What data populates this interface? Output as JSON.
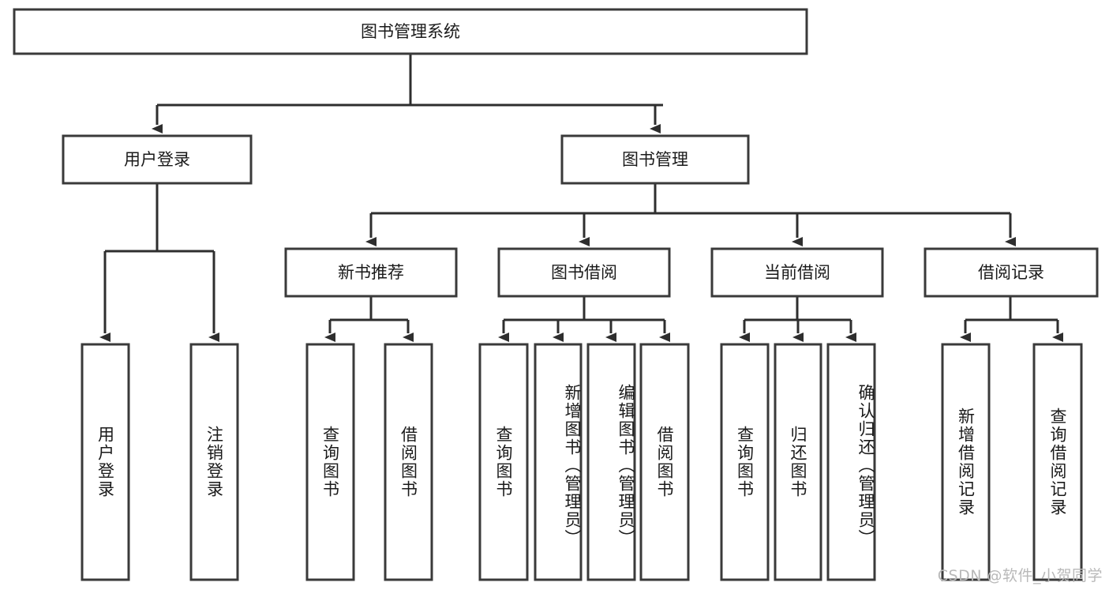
{
  "diagram": {
    "type": "hierarchy-tree",
    "title": "图书管理系统",
    "orientation": "top-down",
    "colors": {
      "box_fill": "#ffffff",
      "box_stroke": "#3a3a3a",
      "connector": "#2e2e2e",
      "text": "#1a1a1a",
      "watermark": "#b9b9b9"
    },
    "root": {
      "id": "root",
      "label": "图书管理系统",
      "level": 1,
      "orientation": "horizontal"
    },
    "level2": [
      {
        "id": "user-login",
        "label": "用户登录",
        "level": 2,
        "orientation": "horizontal"
      },
      {
        "id": "book-manage",
        "label": "图书管理",
        "level": 2,
        "orientation": "horizontal"
      }
    ],
    "level3": [
      {
        "id": "new-book-recommend",
        "label": "新书推荐",
        "level": 3,
        "orientation": "horizontal",
        "parent": "book-manage"
      },
      {
        "id": "book-borrow",
        "label": "图书借阅",
        "level": 3,
        "orientation": "horizontal",
        "parent": "book-manage"
      },
      {
        "id": "current-borrow",
        "label": "当前借阅",
        "level": 3,
        "orientation": "horizontal",
        "parent": "book-manage"
      },
      {
        "id": "borrow-record",
        "label": "借阅记录",
        "level": 3,
        "orientation": "horizontal",
        "parent": "book-manage"
      }
    ],
    "leaves": [
      {
        "id": "leaf-user-login",
        "label": "用户登录",
        "orientation": "vertical",
        "parent": "user-login"
      },
      {
        "id": "leaf-user-logout",
        "label": "注销登录",
        "orientation": "vertical",
        "parent": "user-login"
      },
      {
        "id": "leaf-query-book-1",
        "label": "查询图书",
        "orientation": "vertical",
        "parent": "new-book-recommend"
      },
      {
        "id": "leaf-borrow-book-1",
        "label": "借阅图书",
        "orientation": "vertical",
        "parent": "new-book-recommend"
      },
      {
        "id": "leaf-query-book-2",
        "label": "查询图书",
        "orientation": "vertical",
        "parent": "book-borrow"
      },
      {
        "id": "leaf-add-book",
        "label": "新增图书（管理员）",
        "orientation": "vertical",
        "parent": "book-borrow"
      },
      {
        "id": "leaf-edit-book",
        "label": "编辑图书（管理员）",
        "orientation": "vertical",
        "parent": "book-borrow"
      },
      {
        "id": "leaf-borrow-book-2",
        "label": "借阅图书",
        "orientation": "vertical",
        "parent": "book-borrow"
      },
      {
        "id": "leaf-query-book-3",
        "label": "查询图书",
        "orientation": "vertical",
        "parent": "current-borrow"
      },
      {
        "id": "leaf-return-book",
        "label": "归还图书",
        "orientation": "vertical",
        "parent": "current-borrow"
      },
      {
        "id": "leaf-confirm-return",
        "label": "确认归还（管理员）",
        "orientation": "vertical",
        "parent": "current-borrow"
      },
      {
        "id": "leaf-add-record",
        "label": "新增借阅记录",
        "orientation": "vertical",
        "parent": "borrow-record"
      },
      {
        "id": "leaf-query-record",
        "label": "查询借阅记录",
        "orientation": "vertical",
        "parent": "borrow-record"
      }
    ],
    "watermark": "CSDN @软件_小贺同学"
  }
}
